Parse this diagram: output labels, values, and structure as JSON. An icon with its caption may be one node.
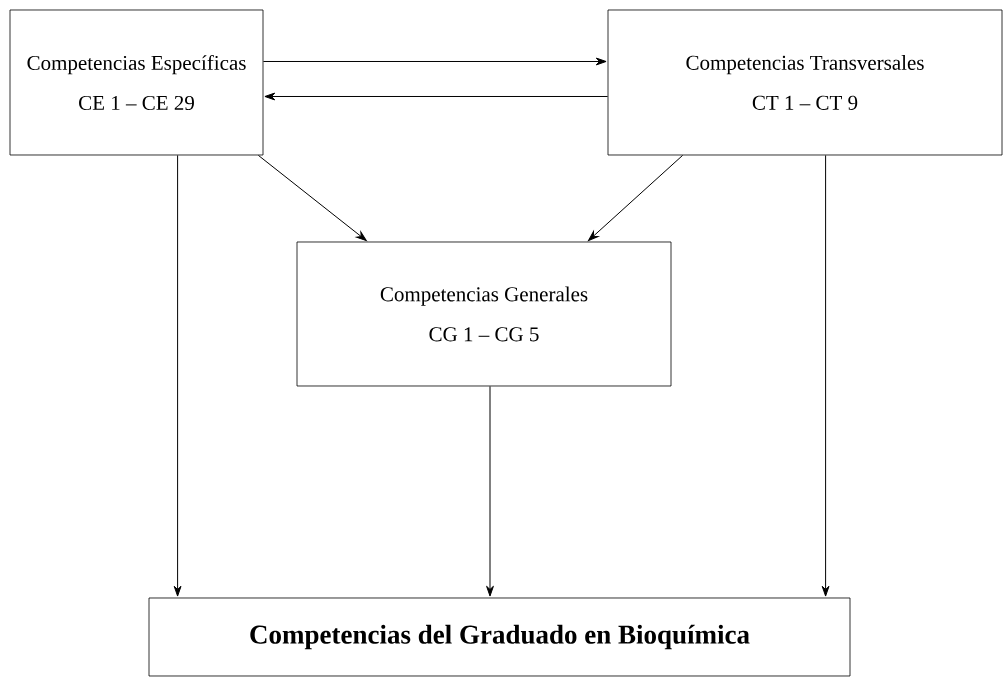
{
  "diagram": {
    "nodes": [
      {
        "text": [
          "Competencias Específicas",
          "CE 1 – CE 29"
        ]
      },
      {
        "text": [
          "Competencias Transversales",
          "CT 1 – CT 9"
        ]
      },
      {
        "text": [
          "Competencias Generales",
          "CG 1 – CG 5"
        ]
      },
      {
        "text": [
          "Competencias del Graduado en Bioquímica"
        ]
      }
    ],
    "edges": [
      {
        "from": 0,
        "to": 1,
        "arrow": "to"
      },
      {
        "from": 1,
        "to": 0,
        "arrow": "to"
      },
      {
        "from": 0,
        "to": 3,
        "arrow": "to"
      },
      {
        "from": 0,
        "to": 2,
        "arrow": "to"
      },
      {
        "from": 1,
        "to": 2,
        "arrow": "to"
      },
      {
        "from": 1,
        "to": 3,
        "arrow": "to"
      },
      {
        "from": 2,
        "to": 3,
        "arrow": "to"
      }
    ]
  }
}
